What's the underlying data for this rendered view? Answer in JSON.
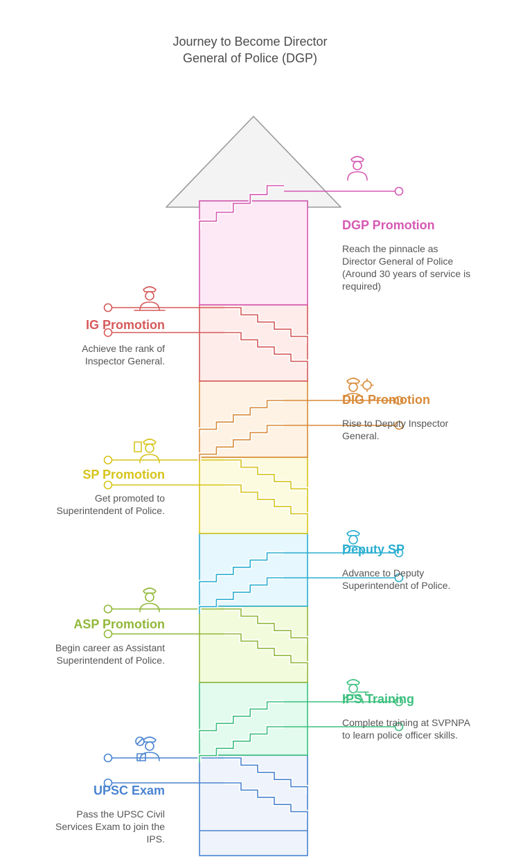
{
  "title": "Journey to Become Director General of Police (DGP)",
  "steps": [
    {
      "title": "UPSC Exam",
      "description": "Pass the UPSC Civil Services Exam to join the IPS.",
      "color": "#4a84d0",
      "fill": "#eef3fc",
      "icon": "student-exam-icon"
    },
    {
      "title": "IPS Training",
      "description": "Complete training at SVPNPA to learn police officer skills.",
      "color": "#3cbf7e",
      "fill": "#e2fbee",
      "icon": "officer-training-icon"
    },
    {
      "title": "ASP Promotion",
      "description": "Begin career as Assistant Superintendent of Police.",
      "color": "#92b83a",
      "fill": "#f3fbdd",
      "icon": "female-officer-icon"
    },
    {
      "title": "Deputy SP",
      "description": "Advance to Deputy Superintendent of Police.",
      "color": "#2aaed0",
      "fill": "#e6f7fd",
      "icon": "police-officer-icon"
    },
    {
      "title": "SP Promotion",
      "description": "Get promoted to Superintendent of Police.",
      "color": "#d6c41a",
      "fill": "#fcfbdf",
      "icon": "officer-document-icon"
    },
    {
      "title": "DIG Promotion",
      "description": "Rise to Deputy Inspector General.",
      "color": "#d88a38",
      "fill": "#fef2e4",
      "icon": "officer-badge-icon"
    },
    {
      "title": "IG Promotion",
      "description": "Achieve the rank of Inspector General.",
      "color": "#d65a5a",
      "fill": "#fdecea",
      "icon": "officer-desk-icon"
    },
    {
      "title": "DGP Promotion",
      "description": "Reach the pinnacle as Director General of Police (Around 30 years of service is required)",
      "color": "#d659b2",
      "fill": "#fde8f5",
      "icon": "dgp-officer-icon"
    }
  ]
}
